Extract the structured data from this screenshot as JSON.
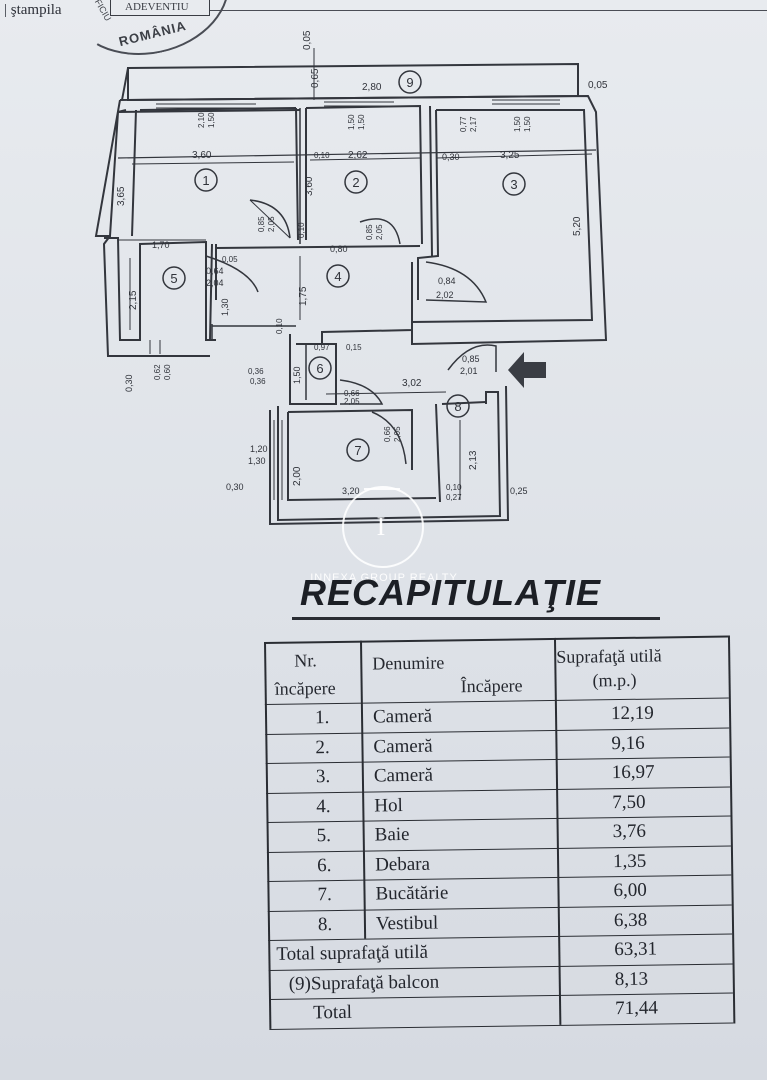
{
  "stamp": {
    "label": "| ştampila",
    "box_text": "ADEVENTIU",
    "country": "ROMÂNIA",
    "small_text": "OFICIU"
  },
  "plan": {
    "rooms": [
      "1",
      "2",
      "3",
      "4",
      "5",
      "6",
      "7",
      "8",
      "9"
    ],
    "dimensions": {
      "balcony_width": "2,80",
      "balcony_right": "0,05",
      "top_post": "0,05",
      "top_post2": "0,65",
      "room1_width": "3,60",
      "room1_height": "3,65",
      "room1_win_a": "2,10",
      "room1_win_b": "1,50",
      "room1_door_a": "0,85",
      "room1_door_b": "2,05",
      "room2_width": "2,62",
      "room2_height": "3,60",
      "room2_win_a": "1,50",
      "room2_win_b": "1,50",
      "room2_door_a": "0,85",
      "room2_door_b": "2,05",
      "room3_width": "3,25",
      "room3_height": "5,20",
      "room3_wall": "0,30",
      "room3_win_a": "1,50",
      "room3_win_b": "1,50",
      "room3_bal_a": "0,77",
      "room3_bal_b": "2,17",
      "room3_door_a": "0,84",
      "room3_door_b": "2,02",
      "hall_width": "0,80",
      "hall_length": "1,75",
      "hall_small": "0,10",
      "hall_small2": "0,10",
      "bath_width": "1,70",
      "bath_height": "2,15",
      "bath_door_a": "0,64",
      "bath_door_b": "2,04",
      "bath_wall": "0,05",
      "bath_height2": "1,30",
      "bath_win_a": "0,62",
      "bath_win_b": "0,60",
      "left_wall": "0,30",
      "storage_a": "0,97",
      "storage_b": "0,15",
      "storage_h": "1,50",
      "storage_c": "0,36",
      "storage_d": "0,36",
      "storage_e": "0,10",
      "entry_door_a": "0,85",
      "entry_door_b": "2,01",
      "kitchen_width": "3,02",
      "kitchen_door_a": "0,66",
      "kitchen_door_b": "2,05",
      "kitchen_door2_a": "0,66",
      "kitchen_door2_b": "2,05",
      "kitchen_height": "2,00",
      "kitchen_win_a": "1,20",
      "kitchen_win_b": "1,30",
      "kitchen_wall": "0,30",
      "kitchen_bottom": "3,20",
      "vest_height": "2,13",
      "vest_a": "0,10",
      "vest_b": "0,27",
      "vest_wall": "0,25"
    }
  },
  "watermark": {
    "letter": "I",
    "text": "INNEXA GROUP REALTY"
  },
  "recap": {
    "title": "RECAPITULAŢIE",
    "headers": {
      "nr_line1": "Nr.",
      "nr_line2": "încăpere",
      "den_line1": "Denumire",
      "den_line2": "Încăpere",
      "sup_line1": "Suprafaţă utilă",
      "sup_line2": "(m.p.)"
    },
    "rows": [
      {
        "nr": "1.",
        "name": "Cameră",
        "area": "12,19"
      },
      {
        "nr": "2.",
        "name": "Cameră",
        "area": "9,16"
      },
      {
        "nr": "3.",
        "name": "Cameră",
        "area": "16,97"
      },
      {
        "nr": "4.",
        "name": "Hol",
        "area": "7,50"
      },
      {
        "nr": "5.",
        "name": "Baie",
        "area": "3,76"
      },
      {
        "nr": "6.",
        "name": "Debara",
        "area": "1,35"
      },
      {
        "nr": "7.",
        "name": "Bucătărie",
        "area": "6,00"
      },
      {
        "nr": "8.",
        "name": "Vestibul",
        "area": "6,38"
      }
    ],
    "totals": [
      {
        "label": "Total suprafaţă utilă",
        "value": "63,31"
      },
      {
        "label": "(9)Suprafaţă balcon",
        "value": "8,13"
      },
      {
        "label": "Total",
        "value": "71,44"
      }
    ]
  }
}
